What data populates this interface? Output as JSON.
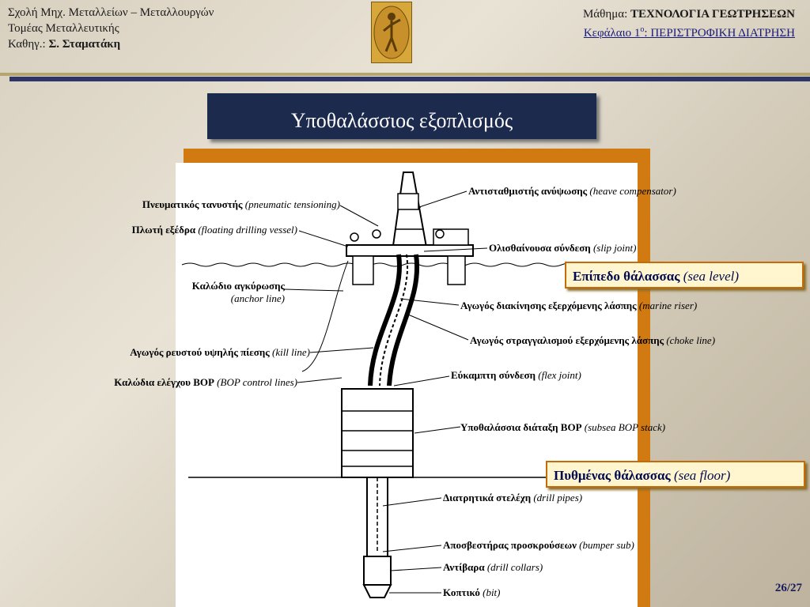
{
  "header": {
    "left_line1": "Σχολή Μηχ. Μεταλλείων – Μεταλλουργών",
    "left_line2": "Τομέας Μεταλλευτικής",
    "left_line3_prefix": "Καθηγ.: ",
    "left_line3_name": "Σ. Σταματάκη",
    "course_prefix": "Μάθημα: ",
    "course_name": "ΤΕΧΝΟΛΟΓΙΑ ΓΕΩΤΡΗΣΕΩΝ",
    "chapter_prefix": "Κεφάλαιο 1",
    "chapter_sup": "ο",
    "chapter_name": ": ΠΕΡΙΣΤΡΟΦΙΚΗ ΔΙΑΤΡΗΣΗ"
  },
  "title": "Υποθαλάσσιος εξοπλισμός",
  "labels": {
    "pneumatic_gr": "Πνευματικός τανυστής",
    "pneumatic_en": "(pneumatic tensioning)",
    "vessel_gr": "Πλωτή εξέδρα",
    "vessel_en": "(floating drilling vessel)",
    "anchor_gr": "Καλώδιο αγκύρωσης",
    "anchor_en": "(anchor line)",
    "kill_gr": "Αγωγός ρευστού υψηλής πίεσης",
    "kill_en": "(kill line)",
    "bopcontrol_gr": "Καλώδια ελέγχου BOP",
    "bopcontrol_en": "(BOP control lines)",
    "heave_gr": "Αντισταθμιστής ανύψωσης",
    "heave_en": "(heave compensator)",
    "slip_gr": "Ολισθαίνουσα σύνδεση",
    "slip_en": "(slip joint)",
    "riser_gr": "Αγωγός διακίνησης εξερχόμενης λάσπης",
    "riser_en": "(marine riser)",
    "choke_gr": "Αγωγός στραγγαλισμού εξερχόμενης λάσπης",
    "choke_en": "(choke line)",
    "flex_gr": "Εύκαμπτη σύνδεση",
    "flex_en": "(flex joint)",
    "bop_gr": "Υποθαλάσσια διάταξη BOP",
    "bop_en": "(subsea BOP stack)",
    "drillpipes_gr": "Διατρητικά στελέχη",
    "drillpipes_en": "(drill pipes)",
    "bumper_gr": "Αποσβεστήρας προσκρούσεων",
    "bumper_en": "(bumper sub)",
    "collars_gr": "Αντίβαρα",
    "collars_en": "(drill collars)",
    "bit_gr": "Κοπτικό",
    "bit_en": "(bit)"
  },
  "badges": {
    "sea_level_gr": "Επίπεδο θάλασσας",
    "sea_level_en": "(sea level)",
    "sea_floor_gr": "Πυθμένας θάλασσας",
    "sea_floor_en": "(sea floor)"
  },
  "page_number": "26/27",
  "colors": {
    "title_bg": "#1c2a4e",
    "panel_accent": "#d17a12",
    "badge_border": "#c46b0c",
    "logo": "#d8a73a"
  }
}
